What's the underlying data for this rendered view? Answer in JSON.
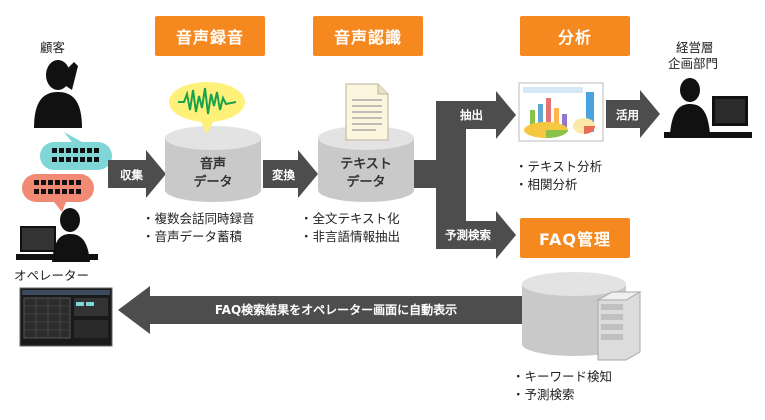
{
  "stages": {
    "recording": "音声録音",
    "recognition": "音声認識",
    "analysis": "分析",
    "faq": "FAQ管理"
  },
  "people": {
    "customer": "顧客",
    "operator": "オペレーター",
    "management_line1": "経営層",
    "management_line2": "企画部門"
  },
  "databases": {
    "audio_line1": "音声",
    "audio_line2": "データ",
    "text_line1": "テキスト",
    "text_line2": "データ"
  },
  "arrows": {
    "collect": "収集",
    "convert": "変換",
    "extract": "抽出",
    "predictive_search": "予測検索",
    "utilize": "活用",
    "faq_result": "FAQ検索結果をオペレーター画面に自動表示"
  },
  "notes": {
    "recording": [
      "・複数会話同時録音",
      "・音声データ蓄積"
    ],
    "recognition": [
      "・全文テキスト化",
      "・非言語情報抽出"
    ],
    "analysis": [
      "・テキスト分析",
      "・相関分析"
    ],
    "faq": [
      "・キーワード検知",
      "・予測検索"
    ]
  },
  "colors": {
    "accent": "#f5891f",
    "arrow": "#4d4d4d",
    "bubble_teal": "#7ed6d6",
    "bubble_salmon": "#f08a74",
    "waveform_bg": "#fff07a",
    "waveform": "#18a34a"
  },
  "icons": [
    "person-phone-icon",
    "person-headset-icon",
    "person-desk-icon",
    "speech-bubble-icon",
    "waveform-icon",
    "document-icon",
    "report-icon",
    "server-icon",
    "operator-screen-icon"
  ]
}
